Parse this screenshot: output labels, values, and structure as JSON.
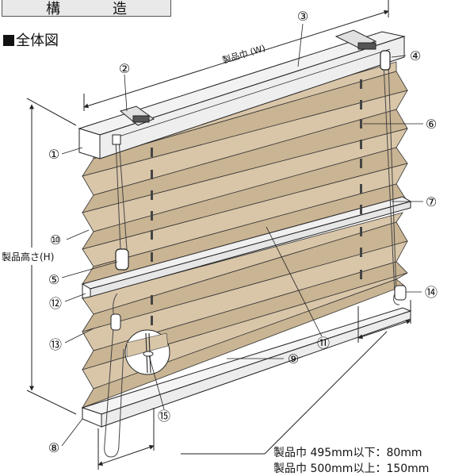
{
  "header": {
    "title": "構　造"
  },
  "section": {
    "title": "全体図"
  },
  "dimensions": {
    "width_label": "製品巾 (W)",
    "height_label": "製品高さ(H)"
  },
  "callouts": [
    "①",
    "②",
    "③",
    "④",
    "⑤",
    "⑥",
    "⑦",
    "⑧",
    "⑨",
    "⑩",
    "⑪",
    "⑫",
    "⑬",
    "⑭",
    "⑮"
  ],
  "notes": {
    "line1": "製品巾 495mm以下：80mm",
    "line2": "製品巾 500mm以上：150mm"
  },
  "colors": {
    "fabric": "#d9c6a9",
    "fabric_shade": "#c9b493",
    "line": "#222222",
    "header_bg": "#e9e9e9"
  }
}
